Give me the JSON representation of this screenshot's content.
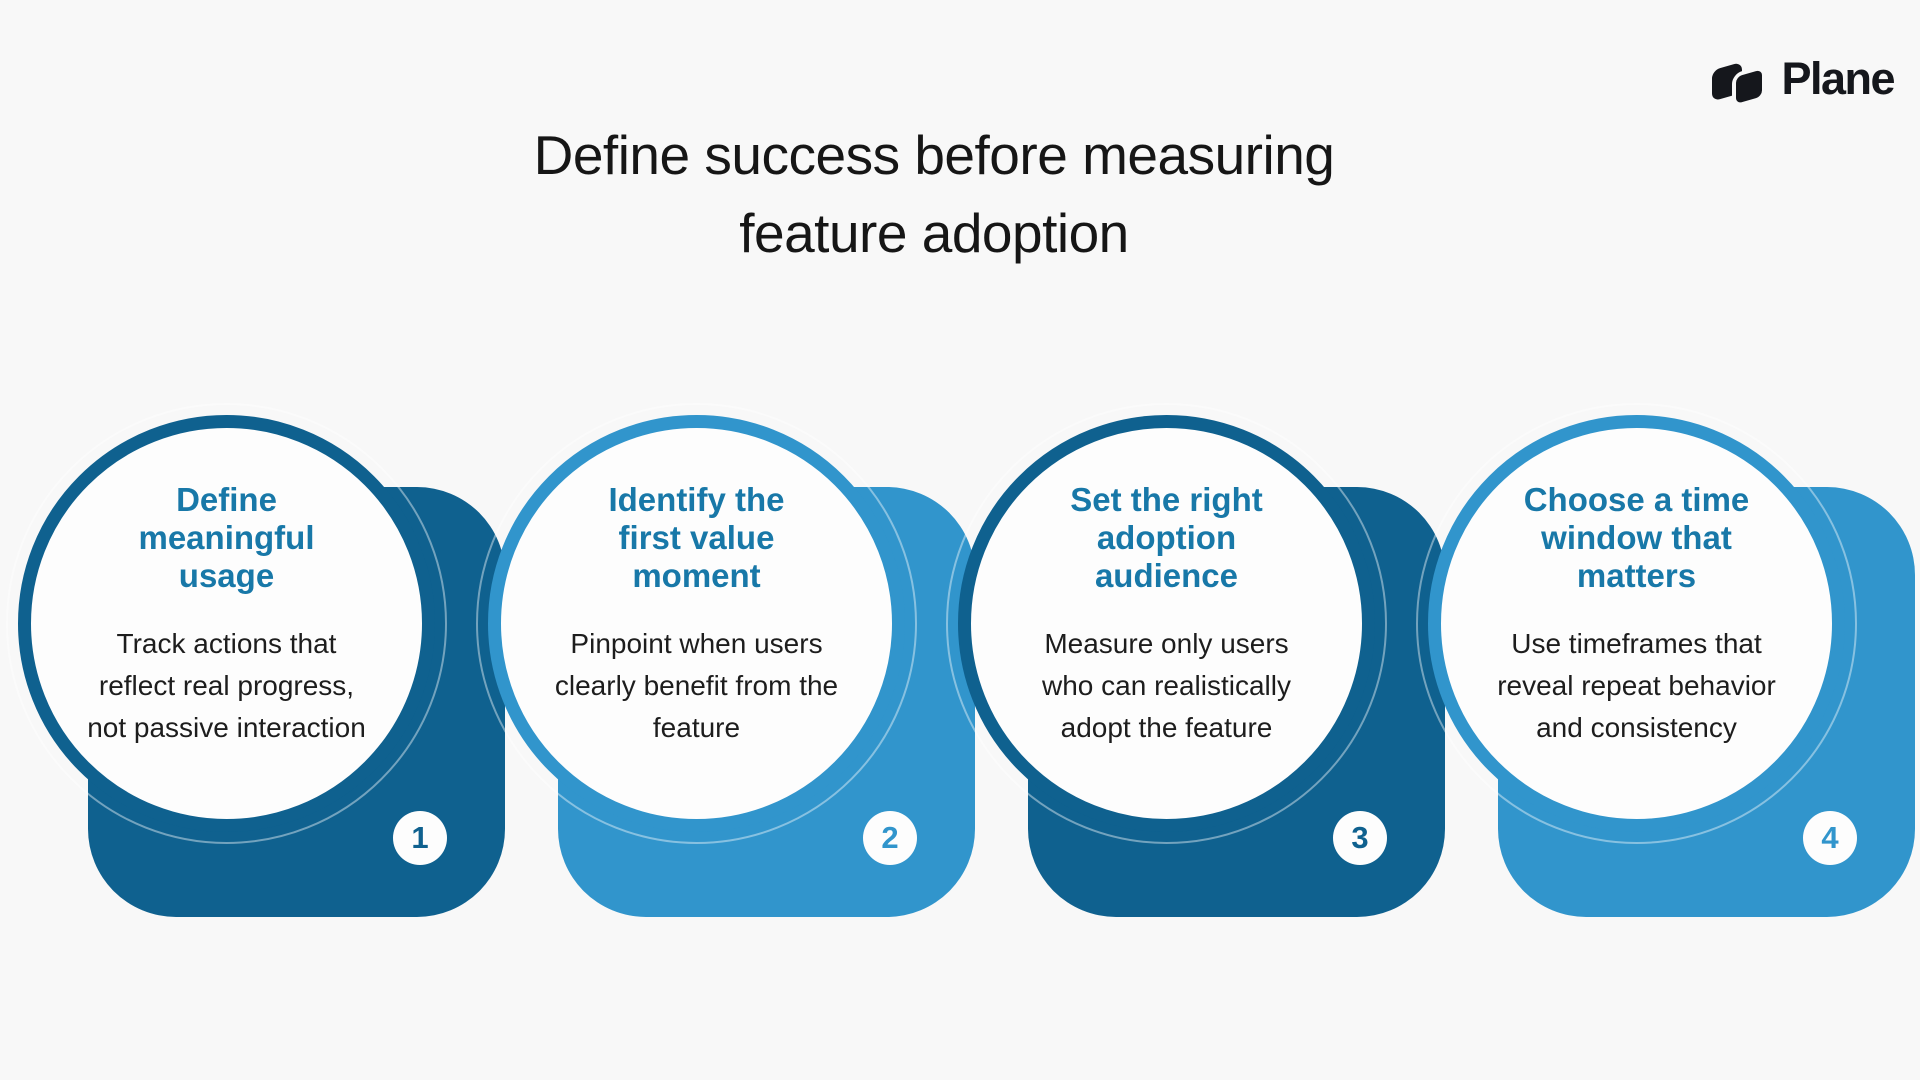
{
  "page": {
    "background_color": "#f8f8f8"
  },
  "logo": {
    "text": "Plane",
    "icon": "plane-logo-icon",
    "color": "#15171c"
  },
  "title": {
    "line1": "Define success before measuring",
    "line2": "feature adoption",
    "color": "#161616"
  },
  "colors": {
    "card_dark_blue": "#0f618f",
    "card_light_blue": "#3195cc",
    "heading_text": "#1878a8",
    "body_text": "#1d1d1d",
    "circle_fill": "#fdfdfd"
  },
  "cards": [
    {
      "number": "1",
      "heading": "Define\nmeaningful\nusage",
      "body": "Track actions that\nreflect real progress,\nnot passive interaction",
      "accent_color": "#0f618f",
      "theme": "dark"
    },
    {
      "number": "2",
      "heading": "Identify the\nfirst value\nmoment",
      "body": "Pinpoint when users\nclearly benefit from the\nfeature",
      "accent_color": "#3195cc",
      "theme": "light"
    },
    {
      "number": "3",
      "heading": "Set the right\nadoption\naudience",
      "body": "Measure only users\nwho can realistically\nadopt the feature",
      "accent_color": "#0f618f",
      "theme": "dark"
    },
    {
      "number": "4",
      "heading": "Choose a time\nwindow that\nmatters",
      "body": "Use timeframes that\nreveal repeat behavior\nand consistency",
      "accent_color": "#3195cc",
      "theme": "light"
    }
  ]
}
